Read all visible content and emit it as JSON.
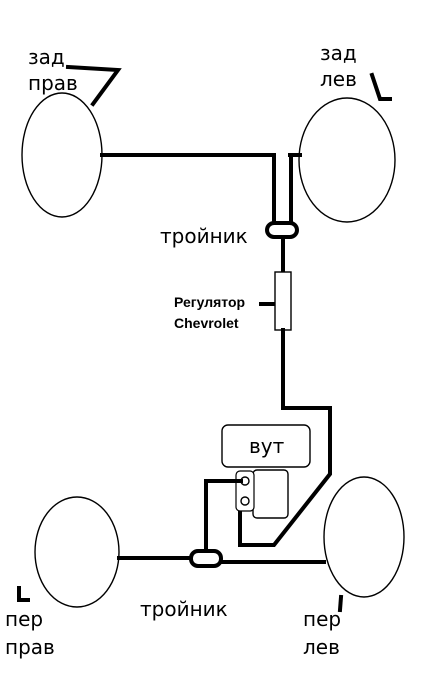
{
  "labels": {
    "rear_right": [
      "зад",
      "прав"
    ],
    "rear_left": [
      "зад",
      "лев"
    ],
    "tee_top": "тройник",
    "regulator": [
      "Регулятор",
      "Chevrolet"
    ],
    "master_cylinder": "вут",
    "front_right": [
      "пер",
      "прав"
    ],
    "tee_bottom": "тройник",
    "front_left": [
      "пер",
      "лев"
    ]
  },
  "colors": {
    "line": "#000000",
    "background": "#ffffff"
  }
}
